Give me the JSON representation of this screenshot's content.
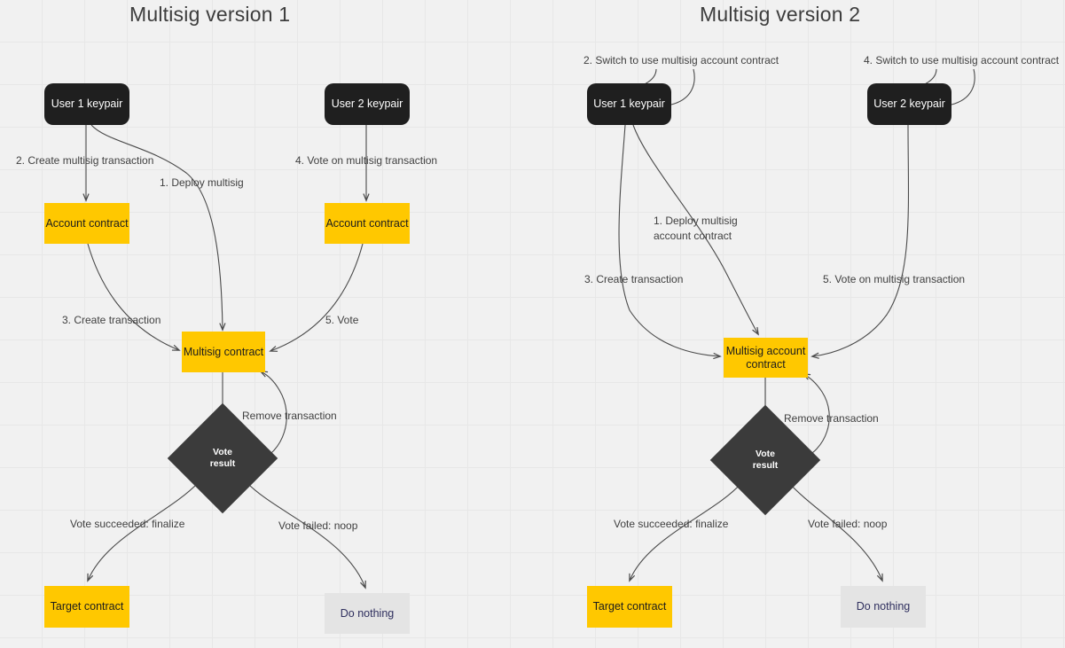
{
  "diagram": {
    "type": "flowchart",
    "background_color": "#f1f1f1",
    "grid": "on",
    "accent_yellow": "#ffc800",
    "dark_node_color": "#1f1f1f",
    "grey_node_color": "#e4e4e4"
  },
  "panels": [
    {
      "title": "Multisig version 1",
      "nodes": {
        "user1": "User 1 keypair",
        "user2": "User 2 keypair",
        "account1": "Account contract",
        "account2": "Account contract",
        "multisig": "Multisig contract",
        "vote_result_line1": "Vote",
        "vote_result_line2": "result",
        "target": "Target contract",
        "do_nothing": "Do nothing"
      },
      "edge_labels": {
        "create_multisig_tx": "2. Create multisig transaction",
        "deploy_multisig": "1. Deploy multisig",
        "vote_on_multisig_tx": "4. Vote on multisig transaction",
        "create_tx": "3. Create transaction",
        "vote": "5. Vote",
        "remove_tx": "Remove transaction",
        "vote_succeeded": "Vote succeeded: finalize",
        "vote_failed": "Vote failed: noop"
      }
    },
    {
      "title": "Multisig version 2",
      "nodes": {
        "user1": "User 1 keypair",
        "user2": "User 2 keypair",
        "multisig_line1": "Multisig account",
        "multisig_line2": "contract",
        "vote_result_line1": "Vote",
        "vote_result_line2": "result",
        "target": "Target contract",
        "do_nothing": "Do nothing"
      },
      "edge_labels": {
        "switch_user1": "2. Switch to use multisig account contract",
        "switch_user2": "4. Switch to use multisig account contract",
        "deploy_line1": "1. Deploy multisig",
        "deploy_line2": "account contract",
        "create_tx": "3. Create transaction",
        "vote_on_multisig_tx": "5. Vote on multisig transaction",
        "remove_tx": "Remove transaction",
        "vote_succeeded": "Vote succeeded: finalize",
        "vote_failed": "Vote failed: noop"
      }
    }
  ]
}
